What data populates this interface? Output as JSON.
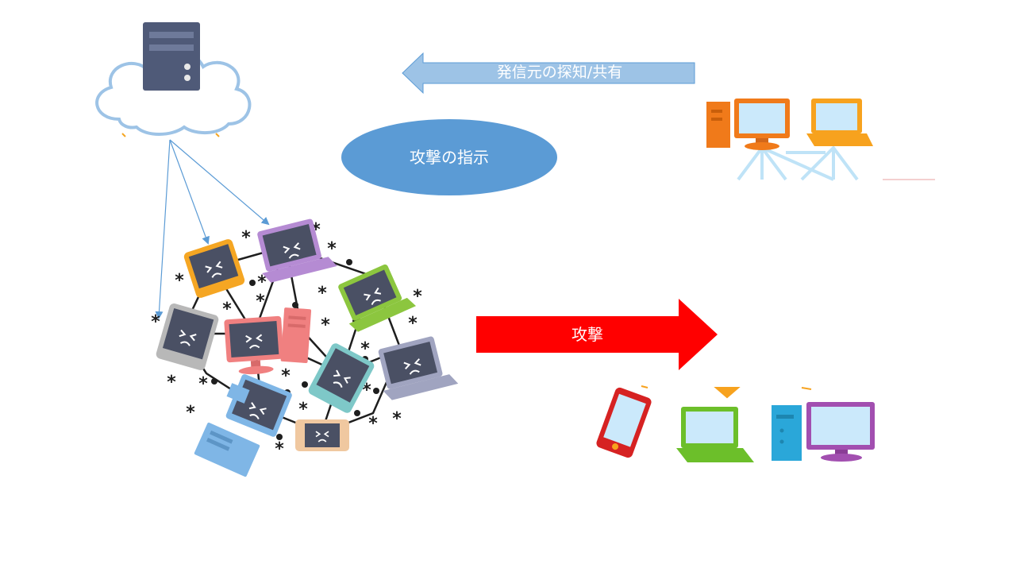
{
  "labels": {
    "share_arrow": "発信元の探知/共有",
    "command_ellipse": "攻撃の指示",
    "attack_arrow": "攻撃"
  },
  "colors": {
    "share_arrow_fill": "#9dc3e6",
    "share_arrow_stroke": "#5b9bd5",
    "command_ellipse_fill": "#5b9bd5",
    "attack_arrow_fill": "#ff0000",
    "cloud_stroke": "#9dc3e6",
    "server_body": "#4f5a78",
    "command_lines": "#5b9bd5"
  },
  "icons": {
    "command_server": "cloud-server-icon",
    "botnet": "botnet-infected-computers-icon",
    "monitoring_network": "networked-computers-icon",
    "victims": [
      "smartphone-icon",
      "laptop-icon",
      "desktop-computer-icon"
    ]
  }
}
